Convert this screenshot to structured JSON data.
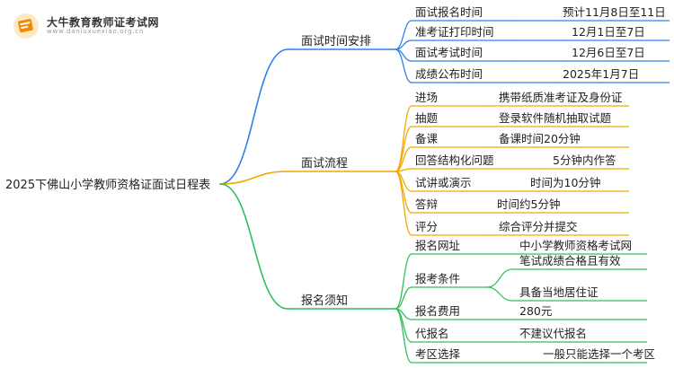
{
  "logo": {
    "name": "大牛教育教师证考试网",
    "url": "www.daniuxuexiao.org.cn"
  },
  "root": "2025下佛山小学教师资格证面试日程表",
  "colors": {
    "blue": "#2f80ed",
    "orange": "#f2a900",
    "green": "#2fbf5b"
  },
  "branches": [
    {
      "label": "面试时间安排",
      "color": "blue",
      "items": [
        {
          "label": "面试报名时间",
          "value": "预计11月8日至11日"
        },
        {
          "label": "准考证打印时间",
          "value": "12月1日至7日"
        },
        {
          "label": "面试考试时间",
          "value": "12月6日至7日"
        },
        {
          "label": "成绩公布时间",
          "value": "2025年1月7日"
        }
      ]
    },
    {
      "label": "面试流程",
      "color": "orange",
      "items": [
        {
          "label": "进场",
          "value": "携带纸质准考证及身份证"
        },
        {
          "label": "抽题",
          "value": "登录软件随机抽取试题"
        },
        {
          "label": "备课",
          "value": "备课时间20分钟"
        },
        {
          "label": "回答结构化问题",
          "value": "5分钟内作答"
        },
        {
          "label": "试讲或演示",
          "value": "时间为10分钟"
        },
        {
          "label": "答辩",
          "value": "时间约5分钟"
        },
        {
          "label": "评分",
          "value": "综合评分并提交"
        }
      ]
    },
    {
      "label": "报名须知",
      "color": "green",
      "items": [
        {
          "label": "报名网址",
          "values": [
            "中小学教师资格考试网"
          ]
        },
        {
          "label": "报考条件",
          "values": [
            "笔试成绩合格且有效",
            "具备当地居住证"
          ]
        },
        {
          "label": "报名费用",
          "values": [
            "280元"
          ]
        },
        {
          "label": "代报名",
          "values": [
            "不建议代报名"
          ]
        },
        {
          "label": "考区选择",
          "values": [
            "一般只能选择一个考区"
          ]
        }
      ]
    }
  ]
}
